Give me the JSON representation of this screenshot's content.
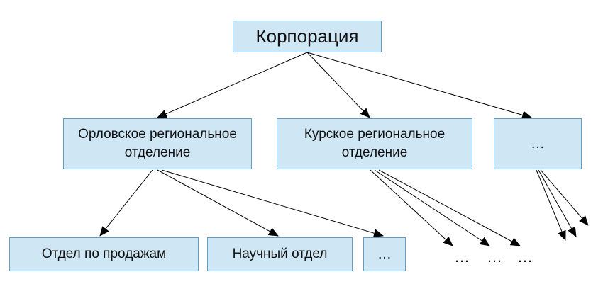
{
  "nodes": {
    "root": "Корпорация",
    "orel": "Орловское региональное отделение",
    "kursk": "Курское региональное отделение",
    "more_regions": "…",
    "sales": "Отдел по продажам",
    "science": "Научный отдел",
    "more_departments": "…"
  },
  "ellipses": [
    "…",
    "…",
    "…"
  ],
  "colors": {
    "node_fill": "#cfe7f5",
    "node_border": "#5f9ec4",
    "arrow": "#000000"
  }
}
